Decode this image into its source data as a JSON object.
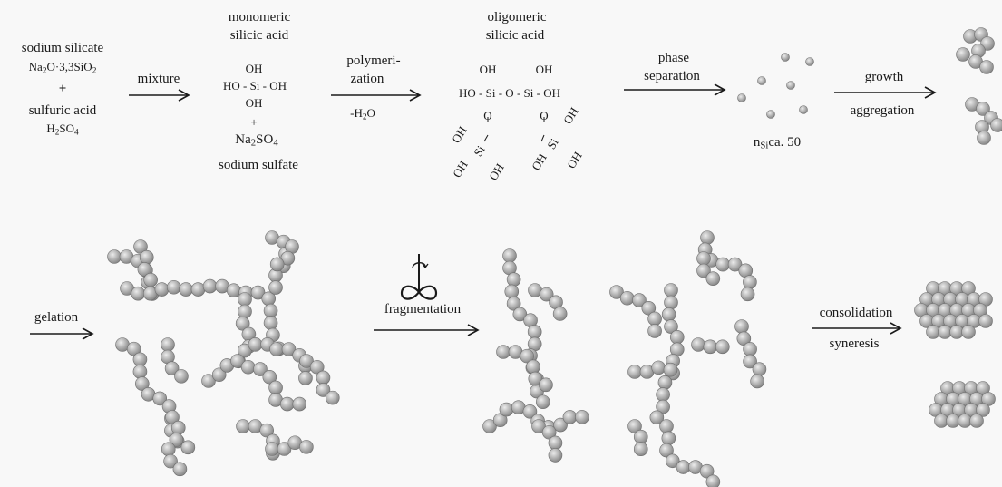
{
  "step1": {
    "reactant1_name": "sodium silicate",
    "reactant1_formula_a": "Na",
    "reactant1_formula_b": "2",
    "reactant1_formula_c": "O·3,3SiO",
    "reactant1_formula_d": "2",
    "plus": "+",
    "reactant2_name": "sulfuric acid",
    "reactant2_formula_a": "H",
    "reactant2_formula_b": "2",
    "reactant2_formula_c": "SO",
    "reactant2_formula_d": "4"
  },
  "arrow_mixture": "mixture",
  "monomer": {
    "title1": "monomeric",
    "title2": "silicic acid",
    "oh_top": "OH",
    "middle": "HO - Si - OH",
    "oh_bottom": "OH",
    "plus": "+",
    "byproduct_a": "Na",
    "byproduct_b": "2",
    "byproduct_c": "SO",
    "byproduct_d": "4",
    "byproduct_name": "sodium sulfate"
  },
  "arrow_polymerization": {
    "line1": "polymeri-",
    "line2": "zation",
    "below": "-H",
    "below_sub": "2",
    "below_end": "O"
  },
  "oligomer": {
    "title1": "oligomeric",
    "title2": "silicic acid",
    "oh1": "OH",
    "oh2": "OH",
    "chain": "HO - Si - O - Si - OH",
    "o_left": "O",
    "o_right": "O",
    "oh_a": "OH",
    "si_a": "Si",
    "oh_b": "OH",
    "oh_c": "OH",
    "oh_d": "OH",
    "si_b": "Si",
    "oh_e": "OH",
    "oh_f": "OH"
  },
  "arrow_phase": {
    "line1": "phase",
    "line2": "separation"
  },
  "particles_label": {
    "n": "n",
    "sub": "Si",
    "rest": "ca. 50"
  },
  "arrow_growth": {
    "above": "growth",
    "below": "aggregation"
  },
  "arrow_gelation": "gelation",
  "arrow_fragmentation": "fragmentation",
  "arrow_consolidation": {
    "above": "consolidation",
    "below": "syneresis"
  },
  "colors": {
    "sphere_light": "#e6e6e6",
    "sphere_mid": "#a8a8a8",
    "sphere_dark": "#7a7a7a",
    "ink": "#1a1a1a"
  }
}
